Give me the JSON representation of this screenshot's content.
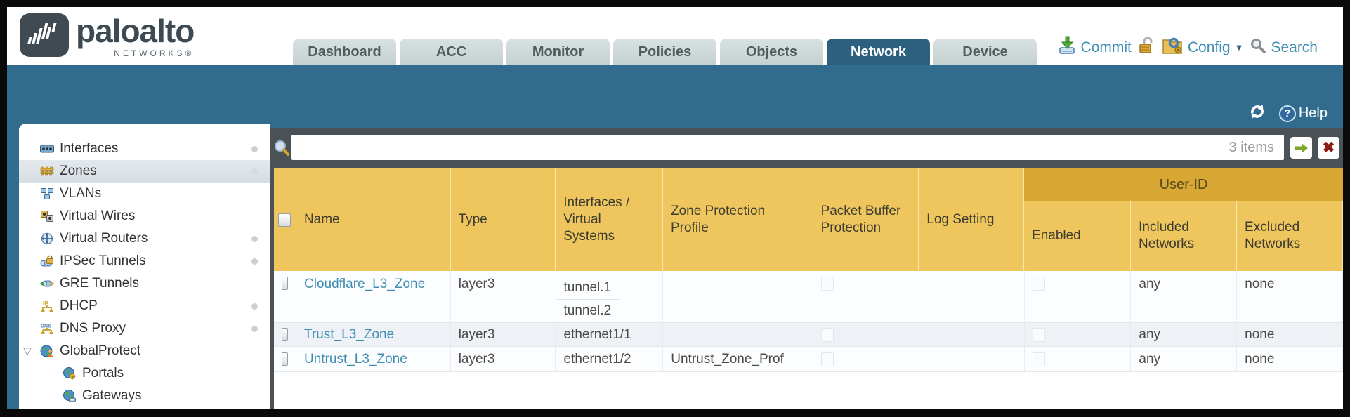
{
  "brand": {
    "logo_text": "paloalto",
    "logo_subtext": "NETWORKS®"
  },
  "tabs": {
    "items": [
      "Dashboard",
      "ACC",
      "Monitor",
      "Policies",
      "Objects",
      "Network",
      "Device"
    ],
    "active": "Network"
  },
  "toolbar": {
    "commit_label": "Commit",
    "config_label": "Config",
    "search_label": "Search"
  },
  "band": {
    "help_label": "Help"
  },
  "search": {
    "value": "",
    "count_label": "3 items"
  },
  "icons": {
    "help_glyph": "?",
    "caret_down": "▼",
    "clear_glyph": "✖",
    "expander_glyph": "▽"
  },
  "sidebar": {
    "items": [
      {
        "label": "Interfaces"
      },
      {
        "label": "Zones"
      },
      {
        "label": "VLANs"
      },
      {
        "label": "Virtual Wires"
      },
      {
        "label": "Virtual Routers"
      },
      {
        "label": "IPSec Tunnels"
      },
      {
        "label": "GRE Tunnels"
      },
      {
        "label": "DHCP"
      },
      {
        "label": "DNS Proxy"
      },
      {
        "label": "GlobalProtect"
      },
      {
        "label": "Portals"
      },
      {
        "label": "Gateways"
      }
    ],
    "selected": "Zones"
  },
  "table": {
    "group_header": "User-ID",
    "columns": [
      "Name",
      "Type",
      "Interfaces / Virtual Systems",
      "Zone Protection Profile",
      "Packet Buffer Protection",
      "Log Setting",
      "Enabled",
      "Included Networks",
      "Excluded Networks"
    ],
    "rows": [
      {
        "name": "Cloudflare_L3_Zone",
        "type": "layer3",
        "interfaces": [
          "tunnel.1",
          "tunnel.2"
        ],
        "zone_protection_profile": "",
        "log_setting": "",
        "included_networks": "any",
        "excluded_networks": "none"
      },
      {
        "name": "Trust_L3_Zone",
        "type": "layer3",
        "interfaces": [
          "ethernet1/1"
        ],
        "zone_protection_profile": "",
        "log_setting": "",
        "included_networks": "any",
        "excluded_networks": "none"
      },
      {
        "name": "Untrust_L3_Zone",
        "type": "layer3",
        "interfaces": [
          "ethernet1/2"
        ],
        "zone_protection_profile": "Untrust_Zone_Prof",
        "log_setting": "",
        "included_networks": "any",
        "excluded_networks": "none"
      }
    ]
  },
  "colors": {
    "teal": "#316b8e",
    "slate": "#4b5257",
    "header_gold": "#efc65d",
    "user_id_gold": "#d9a733",
    "link_blue": "#3f8db2",
    "tab_inactive": "#ccd6d6"
  }
}
